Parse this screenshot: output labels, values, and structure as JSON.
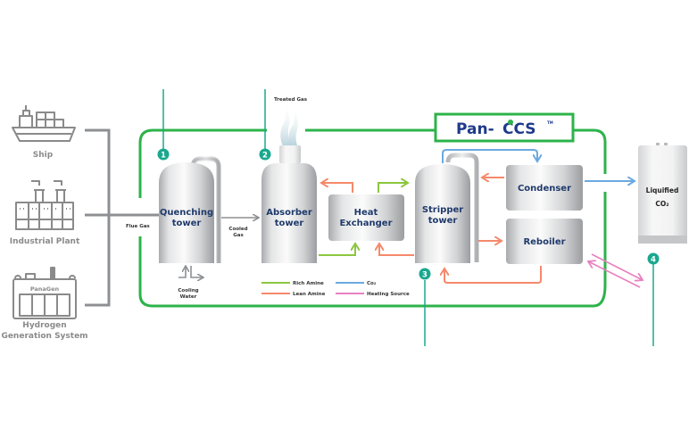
{
  "sources": [
    {
      "label": "Ship",
      "icon": "ship-icon"
    },
    {
      "label": "Industrial Plant",
      "icon": "factory-icon"
    },
    {
      "label": "Hydrogen",
      "label2": "Generation System",
      "icon": "hydrogen-generator-icon",
      "brand": "PanaGen"
    }
  ],
  "flows": {
    "flue_gas": "Flue Gas",
    "cooled_gas_1": "Cooled",
    "cooled_gas_2": "Gas",
    "cooling_water_1": "Cooling",
    "cooling_water_2": "Water",
    "treated_gas": "Treated Gas"
  },
  "brand": {
    "name_prefix": "Pan-",
    "name_suffix": "CCS",
    "trademark": "TM"
  },
  "units": {
    "quenching": [
      "Quenching",
      "tower"
    ],
    "absorber": [
      "Absorber",
      "tower"
    ],
    "heat_exchanger": [
      "Heat",
      "Exchanger"
    ],
    "stripper": [
      "Stripper",
      "tower"
    ],
    "condenser": "Condenser",
    "reboiler": "Reboiler",
    "storage": [
      "Liquified",
      "CO₂"
    ]
  },
  "markers": [
    "1",
    "2",
    "3",
    "4"
  ],
  "legend": [
    {
      "label": "Rich Amine",
      "color": "#8cc63f"
    },
    {
      "label": "Lean Amine",
      "color": "#f5896b"
    },
    {
      "label": "Co₂",
      "color": "#6aa9e0"
    },
    {
      "label": "Heating Source",
      "color": "#e880c0"
    }
  ],
  "colors": {
    "frame_green": "#2db34a",
    "marker_teal": "#1aa88f",
    "text_navy": "#1f3a6b",
    "icon_grey": "#8a8a8a"
  }
}
